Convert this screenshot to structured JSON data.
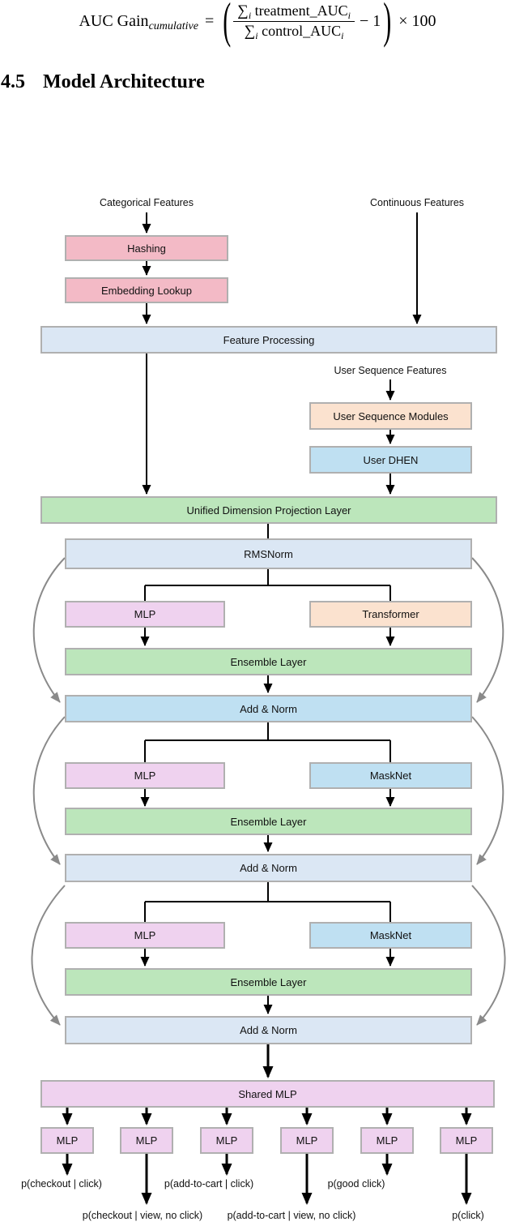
{
  "formula": {
    "lhs": "AUC Gain",
    "lhs_sub": "cumulative",
    "eq": "=",
    "paren_open": "(",
    "paren_close": ")",
    "numerator_sigma": "∑",
    "numerator_sigma_sub": "i",
    "numerator_text": "treatment_AUC",
    "numerator_text_sub": "i",
    "denominator_sigma": "∑",
    "denominator_sigma_sub": "i",
    "denominator_text": "control_AUC",
    "denominator_text_sub": "i",
    "minus_one": "− 1",
    "times_100": "× 100"
  },
  "section": {
    "number": "4.5",
    "title": "Model Architecture"
  },
  "diagram": {
    "input_labels": {
      "categorical": "Categorical Features",
      "continuous": "Continuous Features",
      "user_sequence": "User Sequence Features"
    },
    "boxes": {
      "hashing": "Hashing",
      "embedding_lookup": "Embedding Lookup",
      "feature_processing": "Feature Processing",
      "user_sequence_modules": "User Sequence Modules",
      "user_dhen": "User DHEN",
      "unified_projection": "Unified Dimension Projection Layer",
      "rmsnorm": "RMSNorm",
      "mlp": "MLP",
      "transformer": "Transformer",
      "ensemble_layer": "Ensemble Layer",
      "add_norm": "Add & Norm",
      "masknet": "MaskNet",
      "shared_mlp": "Shared MLP"
    },
    "outputs": [
      "p(checkout | click)",
      "p(checkout | view, no click)",
      "p(add-to-cart | click)",
      "p(add-to-cart | view, no click)",
      "p(good click)",
      "p(click)"
    ],
    "colors": {
      "pink": "#f3bac6",
      "peach": "#fbe2cf",
      "light_blue": "#dbe7f4",
      "medium_blue": "#bfe0f2",
      "green": "#bce6bb",
      "violet": "#efd2ef",
      "box_border": "#b0b0b0",
      "arrow": "#000000",
      "skip_arc": "#8a8a8a"
    }
  }
}
